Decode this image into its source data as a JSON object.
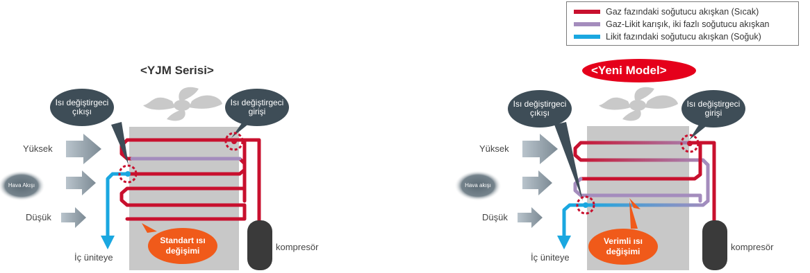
{
  "legend": {
    "items": [
      {
        "label": "Gaz fazındaki soğutucu akışkan (Sıcak)",
        "color": "#c8102e"
      },
      {
        "label": "Gaz-Likit karışık, iki fazlı soğutucu akışkan",
        "color": "#a48cbd"
      },
      {
        "label": "Likit fazındaki soğutucu akışkan (Soğuk)",
        "color": "#1aa7e0"
      }
    ]
  },
  "colors": {
    "gas": "#c8102e",
    "mixed": "#a48cbd",
    "liquid": "#1aa7e0",
    "coil_bg": "#c8c8c8",
    "callout": "#3e4d57",
    "exchange_oval": "#f05a1a",
    "compressor": "#3a3a3a",
    "new_model_badge": "#e5001b"
  },
  "left_panel": {
    "title": "<YJM Serisi>",
    "outlet_callout": "Isı değiştirgeci\nçıkışı",
    "inlet_callout": "Isı değiştirgeci\ngirişi",
    "high_label": "Yüksek",
    "air_label": "Hava Akışı",
    "low_label": "Düşük",
    "indoor_label": "İç üniteye",
    "compressor_label": "kompresör",
    "exchange_label": "Standart ısı\ndeğişimi"
  },
  "right_panel": {
    "title": "<Yeni Model>",
    "outlet_callout": "Isı değiştirgeci\nçıkışı",
    "inlet_callout": "Isı değiştirgeci\ngirişi",
    "high_label": "Yüksek",
    "air_label": "Hava akışı",
    "low_label": "Düşük",
    "indoor_label": "İç üniteye",
    "compressor_label": "kompresör",
    "exchange_label": "Verimli ısı\ndeğişimi"
  }
}
